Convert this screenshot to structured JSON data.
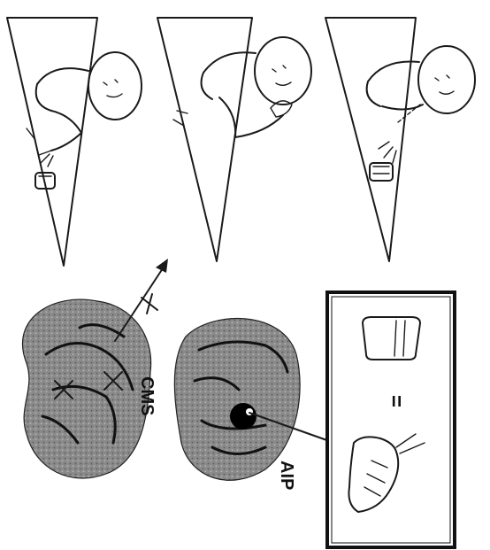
{
  "figure": {
    "labels": {
      "cms": "CMS",
      "aip": "AIP",
      "equals": "="
    },
    "panels": [
      {
        "name": "reach-for-cup"
      },
      {
        "name": "hand-to-mouth"
      },
      {
        "name": "reach-again"
      }
    ],
    "inset": {
      "name": "cup-equals-grasp"
    }
  }
}
